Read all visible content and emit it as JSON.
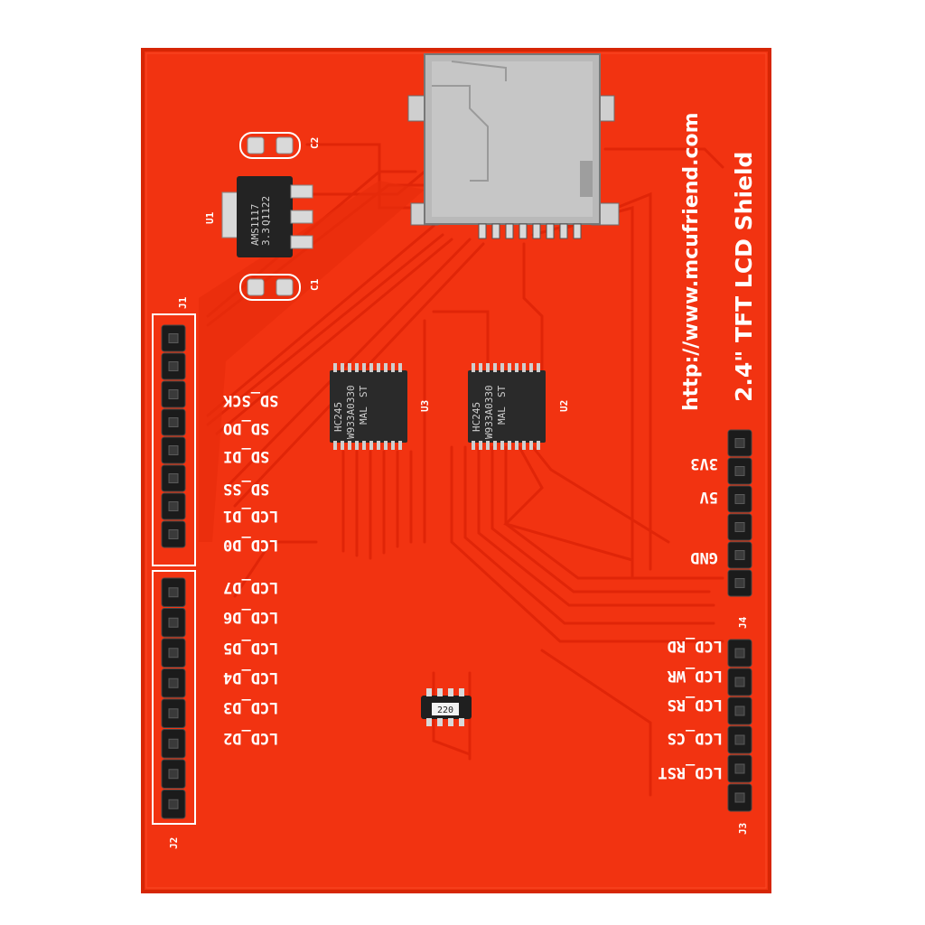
{
  "board": {
    "title": "2.4\" TFT LCD Shield",
    "url": "http://www.mcufriend.com",
    "colors": {
      "pcb": "#f23311",
      "pcb_edge": "#d62605",
      "silkscreen": "#ffffff",
      "pad": "#d9d9d9",
      "header": "#1b1b1b"
    }
  },
  "components": {
    "regulator": {
      "ref": "U1",
      "marking": [
        "AMS1117",
        "3.3",
        "Q1122"
      ]
    },
    "capacitors": [
      "C2",
      "C1"
    ],
    "sd_slot": "micro-sd-socket",
    "buffer_chips": [
      {
        "ref": "U3",
        "marking": [
          "HC245",
          "W933A0330",
          "ST",
          "MAL"
        ]
      },
      {
        "ref": "U2",
        "marking": [
          "HC245",
          "W933A0330",
          "ST",
          "MAL"
        ]
      }
    ],
    "resistor_array": {
      "marking": "220"
    }
  },
  "headers": {
    "J1": {
      "ref": "J1",
      "labels": [
        "SD_SCK",
        "SD_DO",
        "SD_DI",
        "SD_SS",
        "LCD_D1",
        "LCD_D0"
      ]
    },
    "J2": {
      "ref": "J2",
      "labels": [
        "LCD_D7",
        "LCD_D6",
        "LCD_D5",
        "LCD_D4",
        "LCD_D3",
        "LCD_D2"
      ]
    },
    "J4": {
      "ref": "J4",
      "labels": [
        "3V3",
        "5V",
        "GND"
      ]
    },
    "J3": {
      "ref": "J3",
      "labels": [
        "LCD_RD",
        "LCD_WR",
        "LCD_RS",
        "LCD_CS",
        "LCD_RST"
      ]
    }
  }
}
